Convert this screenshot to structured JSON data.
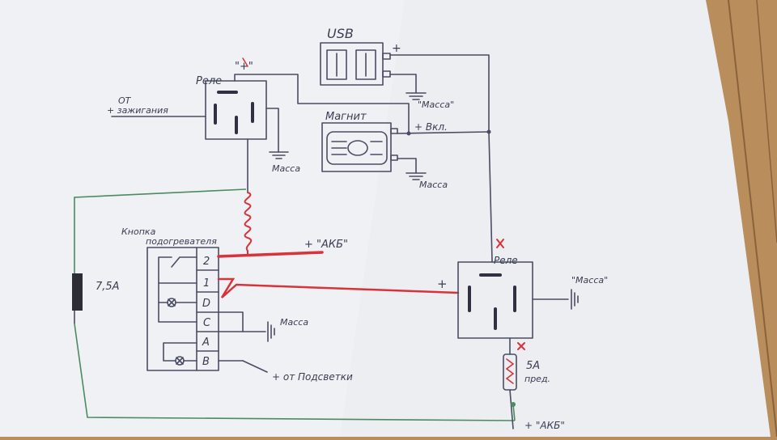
{
  "labels": {
    "usb": "USB",
    "usb_plus": "+",
    "usb_mass": "\"Масса\"",
    "relay1": "Реле",
    "relay1_plus": "\"+\"",
    "from_ignition_1": "ОТ",
    "from_ignition_2": "+ зажигания",
    "relay1_mass": "Масса",
    "radio": "Магнит",
    "radio_plus": "+ Вкл.",
    "radio_mass": "Масса",
    "button_1": "Кнопка",
    "button_2": "подогревателя",
    "akb_top": "+ \"АКБ\"",
    "pin_2": "2",
    "pin_1": "1",
    "pin_d": "D",
    "pin_c": "C",
    "pin_a": "A",
    "pin_b": "B",
    "fuse_left": "7,5А",
    "button_mass": "Масса",
    "from_light": "+ от Подсветки",
    "relay2": "Реле",
    "relay2_mass": "\"Масса\"",
    "relay2_input_plus": "+",
    "fuse_right_1": "5А",
    "fuse_right_2": "пред.",
    "akb_bottom": "+ \"АКБ\""
  }
}
